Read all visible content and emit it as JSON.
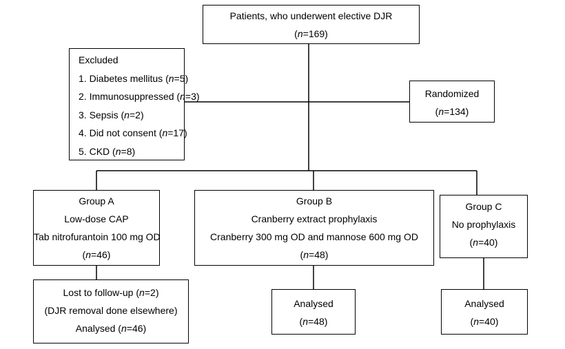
{
  "patients": {
    "title": "Patients, who underwent elective DJR",
    "n": "169"
  },
  "excluded": {
    "title": "Excluded",
    "items": [
      {
        "num": "1.",
        "label": "Diabetes mellitus",
        "n": "5"
      },
      {
        "num": "2.",
        "label": "Immunosuppressed",
        "n": "3"
      },
      {
        "num": "3.",
        "label": "Sepsis",
        "n": "2"
      },
      {
        "num": "4.",
        "label": "Did not consent",
        "n": "17"
      },
      {
        "num": "5.",
        "label": "CKD",
        "n": "8"
      }
    ]
  },
  "randomized": {
    "title": "Randomized",
    "n": "134"
  },
  "group_a": {
    "title": "Group A",
    "line1": "Low-dose CAP",
    "line2": "Tab nitrofurantoin 100 mg OD",
    "n": "46"
  },
  "group_b": {
    "title": "Group B",
    "line1": "Cranberry extract prophylaxis",
    "line2": "Cranberry 300 mg OD and mannose 600 mg OD",
    "n": "48"
  },
  "group_c": {
    "title": "Group C",
    "line1": "No prophylaxis",
    "n": "40"
  },
  "outcome_a": {
    "lost_label": "Lost to follow-up",
    "lost_n": "2",
    "reason": "(DJR removal done elsewhere)",
    "analysed_label": "Analysed",
    "n": "46"
  },
  "outcome_b": {
    "analysed_label": "Analysed",
    "n": "48"
  },
  "outcome_c": {
    "analysed_label": "Analysed",
    "n": "40"
  },
  "n_symbol": "n"
}
